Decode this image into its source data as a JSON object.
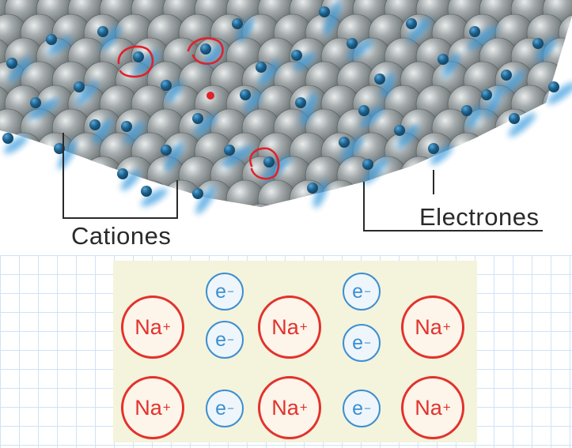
{
  "labels": {
    "cations": "Cationes",
    "electrons": "Electrones"
  },
  "sea_model": {
    "cation_symbol": "Na",
    "cation_charge": "+",
    "electron_symbol": "e",
    "electron_charge": "−"
  },
  "colors": {
    "sphere": "#8f9597",
    "electron": "#1f5e85",
    "glow": "#3a9de0",
    "annotation": "#e0212b",
    "cation_ring": "#e2322c",
    "electron_ring": "#3d8fd0",
    "panel_bg": "#f4f3dc",
    "grid_line": "#cfe3f7"
  }
}
